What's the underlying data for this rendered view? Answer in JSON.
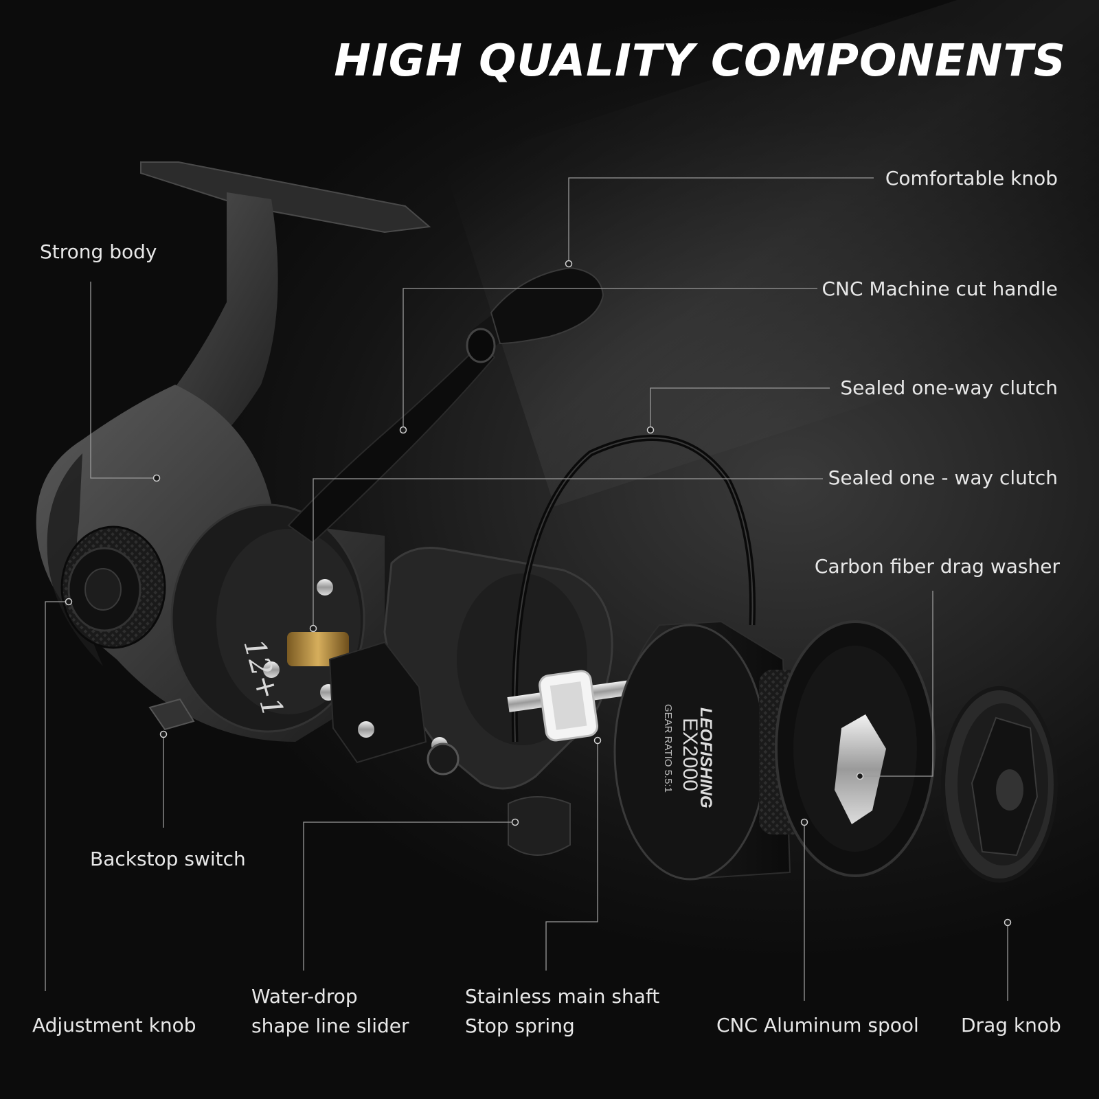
{
  "headline": "HIGH QUALITY COMPONENTS",
  "callouts": {
    "comfortable_knob": "Comfortable knob",
    "cnc_handle": "CNC Machine cut handle",
    "sealed_clutch_1": "Sealed one-way clutch",
    "sealed_clutch_2": "Sealed one - way clutch",
    "carbon_washer": "Carbon fiber drag washer",
    "strong_body": "Strong body",
    "backstop_switch": "Backstop switch",
    "adjustment_knob": "Adjustment knob",
    "line_slider_1": "Water-drop",
    "line_slider_2": "shape line slider",
    "main_shaft": "Stainless main shaft",
    "stop_spring": "Stop spring",
    "aluminum_spool": "CNC Aluminum spool",
    "drag_knob": "Drag knob"
  },
  "product_marks": {
    "bearing_badge": "12+1",
    "brand": "LEOFISHING",
    "model": "EX2000",
    "gear_ratio": "GEAR RATIO  5.5:1"
  },
  "colors": {
    "background": "#141414",
    "text": "#e8e8e8",
    "leader_line": "#9a9a9a"
  }
}
